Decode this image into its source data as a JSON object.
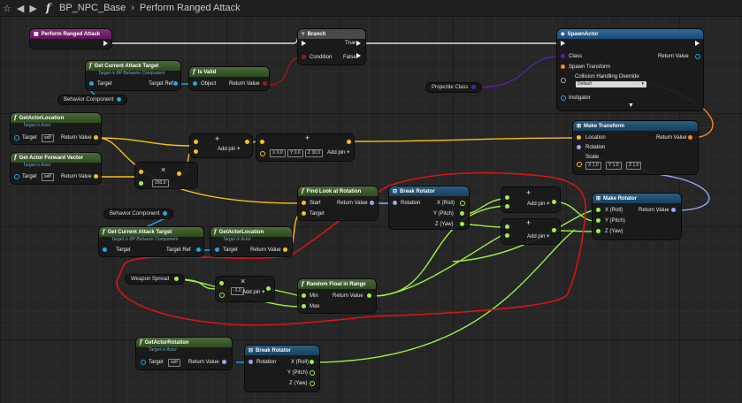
{
  "breadcrumb": {
    "blueprint": "BP_NPC_Base",
    "graph": "Perform Ranged Attack"
  },
  "nodes": {
    "event": {
      "title": "Perform Ranged Attack"
    },
    "get_target1": {
      "title": "Get Current Attack Target",
      "subtitle": "Target is BP Behavior Component",
      "target": "Target",
      "out": "Target Ref"
    },
    "is_valid": {
      "title": "Is Valid",
      "object": "Object",
      "out": "Return Value"
    },
    "branch": {
      "title": "Branch",
      "condition": "Condition",
      "true": "True",
      "false": "False"
    },
    "spawn": {
      "title": "SpawnActor",
      "class": "Class",
      "transform": "Spawn Transform",
      "collision": "Collision Handling Override",
      "collision_value": "Default",
      "instigator": "Instigator",
      "return": "Return Value"
    },
    "behavior1": {
      "title": "Behavior Component"
    },
    "projectile": {
      "title": "Projectile Class"
    },
    "actor_loc1": {
      "title": "GetActorLocation",
      "subtitle": "Target is Actor",
      "target": "Target",
      "self": "self",
      "out": "Return Value"
    },
    "forward": {
      "title": "Get Actor Forward Vector",
      "subtitle": "Target is Actor",
      "target": "Target",
      "self": "self",
      "out": "Return Value"
    },
    "mult": {
      "value": "150.0"
    },
    "add1": {
      "label": "Add pin"
    },
    "add2": {
      "x": "0.0",
      "y": "0.0",
      "z": "30.0",
      "label": "Add pin"
    },
    "make_transform": {
      "title": "Make Transform",
      "location": "Location",
      "rotation": "Rotation",
      "scale": "Scale",
      "sx": "1.0",
      "sy": "1.0",
      "sz": "1.0",
      "out": "Return Value"
    },
    "find_look": {
      "title": "Find Look at Rotation",
      "start": "Start",
      "target": "Target",
      "out": "Return Value"
    },
    "break_rot1": {
      "title": "Break Rotator",
      "rotation": "Rotation",
      "roll": "X (Roll)",
      "pitch": "Y (Pitch)",
      "yaw": "Z (Yaw)"
    },
    "add3": {
      "label": "Add pin"
    },
    "add4": {
      "label": "Add pin"
    },
    "make_rot": {
      "title": "Make Rotator",
      "roll": "X (Roll)",
      "pitch": "Y (Pitch)",
      "yaw": "Z (Yaw)",
      "out": "Return Value"
    },
    "behavior2": {
      "title": "Behavior Component"
    },
    "get_target2": {
      "title": "Get Current Attack Target",
      "subtitle": "Target is BP Behavior Component",
      "target": "Target",
      "out": "Target Ref"
    },
    "actor_loc2": {
      "title": "GetActorLocation",
      "subtitle": "Target is Actor",
      "target": "Target",
      "out": "Return Value"
    },
    "weapon_spread": {
      "title": "Weapon Spread"
    },
    "mult2": {
      "value": "-1.0",
      "label": "Add pin"
    },
    "random": {
      "title": "Random Float in Range",
      "min": "Min",
      "max": "Max",
      "out": "Return Value"
    },
    "actor_rot": {
      "title": "GetActorRotation",
      "subtitle": "Target is Actor",
      "target": "Target",
      "self": "self",
      "out": "Return Value"
    },
    "break_rot2": {
      "title": "Break Rotator",
      "rotation": "Rotation",
      "roll": "X (Roll)",
      "pitch": "Y (Pitch)",
      "yaw": "Z (Yaw)"
    }
  },
  "colors": {
    "event_header": "#7a1f6f",
    "pure_header": "#3f5c2f",
    "flow_header": "#4f4f4f",
    "spawn_header": "#2a5d8c",
    "struct_header": "#1f4f6f",
    "float_pin": "#9cf04a",
    "vector_pin": "#f5c11a",
    "object_pin": "#1fa9e6",
    "rotator_pin": "#98a6f7",
    "bool_pin": "#9a1a1a",
    "class_pin": "#5a1fa6",
    "transform_pin": "#f08a21",
    "annotation": "#d61515"
  }
}
